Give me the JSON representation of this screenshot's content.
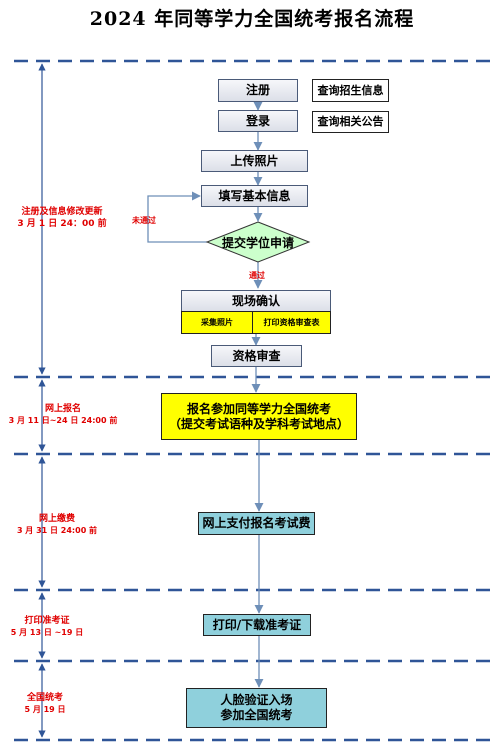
{
  "title": "2024 年同等学力全国统考报名流程",
  "steps": {
    "register": "注册",
    "login": "登录",
    "upload_photo": "上传照片",
    "fill_info": "填写基本信息",
    "submit_degree": "提交学位申请",
    "onsite_confirm": "现场确认",
    "collect_photo": "采集照片",
    "print_form": "打印资格审查表",
    "qualification": "资格审查",
    "exam_signup_line1": "报名参加同等学力全国统考",
    "exam_signup_line2": "（提交考试语种及学科考试地点）",
    "pay_online": "网上支付报名考试费",
    "print_ticket": "打印/下载准考证",
    "enter_line1": "人脸验证入场",
    "enter_line2": "参加全国统考"
  },
  "side_queries": {
    "query1": "查询招生信息",
    "query2": "查询相关公告"
  },
  "branches": {
    "not_passed": "未通过",
    "passed": "通过"
  },
  "stages": [
    {
      "label": "注册及信息修改更新",
      "date": "3 月 1 日 24：00 前"
    },
    {
      "label": "网上报名",
      "date": "3 月 11 日~24 日 24:00 前"
    },
    {
      "label": "网上缴费",
      "date": "3 月 31 日 24:00 前"
    },
    {
      "label": "打印准考证",
      "date": "5 月 13 日 ~19 日"
    },
    {
      "label": "全国统考",
      "date": "5 月 19 日"
    }
  ],
  "colors": {
    "dashed_line": "#2f5597",
    "arrow": "#6e8fb8",
    "highlight_yellow": "#ffff00",
    "cyan": "#8fd0dc",
    "decision_green": "#ccffcc",
    "red_text": "#e00000"
  }
}
